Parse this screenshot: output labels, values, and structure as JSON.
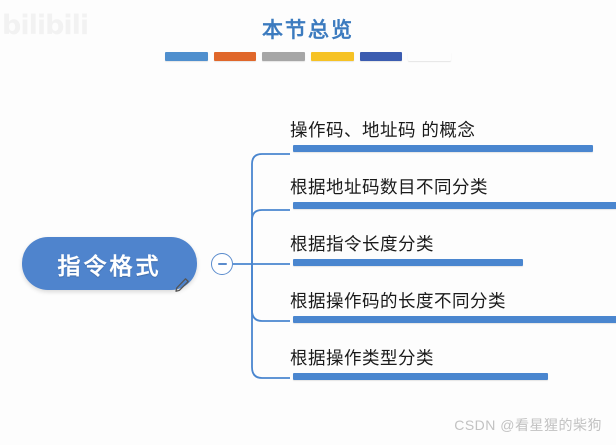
{
  "watermarks": {
    "bilibili": "bilibili",
    "csdn": "CSDN @看星猩的柴狗"
  },
  "header": {
    "title": "本节总览",
    "title_color": "#3c7bbf",
    "color_bars": [
      {
        "name": "bar-blue-light",
        "color": "#4f8fce"
      },
      {
        "name": "bar-orange",
        "color": "#e0672a"
      },
      {
        "name": "bar-gray",
        "color": "#a6a6a6"
      },
      {
        "name": "bar-yellow",
        "color": "#f6c224"
      },
      {
        "name": "bar-blue-dark",
        "color": "#3b5cb0"
      },
      {
        "name": "bar-green",
        "color": "#6aa councils"
      }
    ]
  },
  "mindmap": {
    "root": {
      "label": "指令格式",
      "fill": "#4f84cd",
      "text_color": "#ffffff"
    },
    "collapse_toggle": {
      "state": "expanded",
      "glyph": "minus"
    },
    "cursor_icon": "pencil-icon",
    "branch_color": "#4a86cf",
    "branches": [
      {
        "label": "操作码、地址码 的概念",
        "underline_width": 300
      },
      {
        "label": "根据地址码数目不同分类",
        "underline_width": 327
      },
      {
        "label": "根据指令长度分类",
        "underline_width": 230
      },
      {
        "label": "根据操作码的长度不同分类",
        "underline_width": 355
      },
      {
        "label": "根据操作类型分类",
        "underline_width": 255
      }
    ]
  }
}
